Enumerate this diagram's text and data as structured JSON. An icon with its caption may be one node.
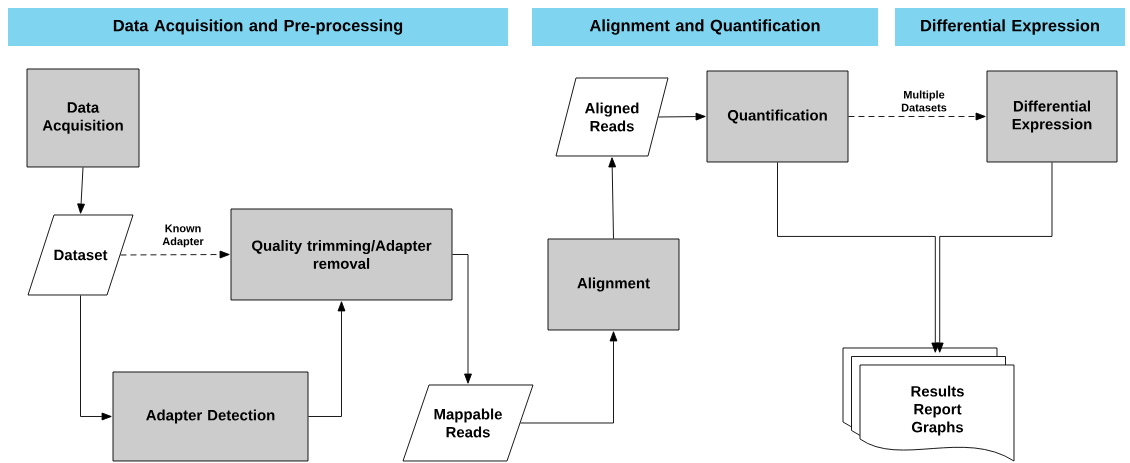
{
  "diagram": {
    "nodes": [
      {
        "text": [
          "Data Acquisition and Pre-processing"
        ]
      },
      {
        "text": [
          "Alignment and Quantification"
        ]
      },
      {
        "text": [
          "Differential Expression"
        ]
      },
      {
        "text": [
          "Data Acquisition"
        ]
      },
      {
        "text": [
          "Dataset"
        ]
      },
      {
        "text": [
          "Quality trimming/Adapter removal"
        ]
      },
      {
        "text": [
          "Adapter Detection"
        ]
      },
      {
        "text": [
          "Mappable Reads"
        ]
      },
      {
        "text": [
          "Alignment"
        ]
      },
      {
        "text": [
          "Aligned Reads"
        ]
      },
      {
        "text": [
          "Quantification"
        ]
      },
      {
        "text": [
          "Differential Expression"
        ]
      },
      {
        "text": [
          "Results Report Graphs"
        ]
      }
    ],
    "edges": [
      {
        "from": 3,
        "to": 4,
        "arrow": "to"
      },
      {
        "from": 4,
        "to": 5,
        "arrow": "to",
        "label": "Known Adapter",
        "style": "dashed"
      },
      {
        "from": 4,
        "to": 6,
        "arrow": "to"
      },
      {
        "from": 6,
        "to": 5,
        "arrow": "to"
      },
      {
        "from": 5,
        "to": 7,
        "arrow": "to"
      },
      {
        "from": 7,
        "to": 8,
        "arrow": "to"
      },
      {
        "from": 8,
        "to": 9,
        "arrow": "to"
      },
      {
        "from": 9,
        "to": 10,
        "arrow": "to"
      },
      {
        "from": 10,
        "to": 11,
        "arrow": "to",
        "label": "Multiple Datasets",
        "style": "dashed"
      },
      {
        "from": 10,
        "to": 12,
        "arrow": "to"
      },
      {
        "from": 11,
        "to": 12,
        "arrow": "to"
      }
    ]
  }
}
